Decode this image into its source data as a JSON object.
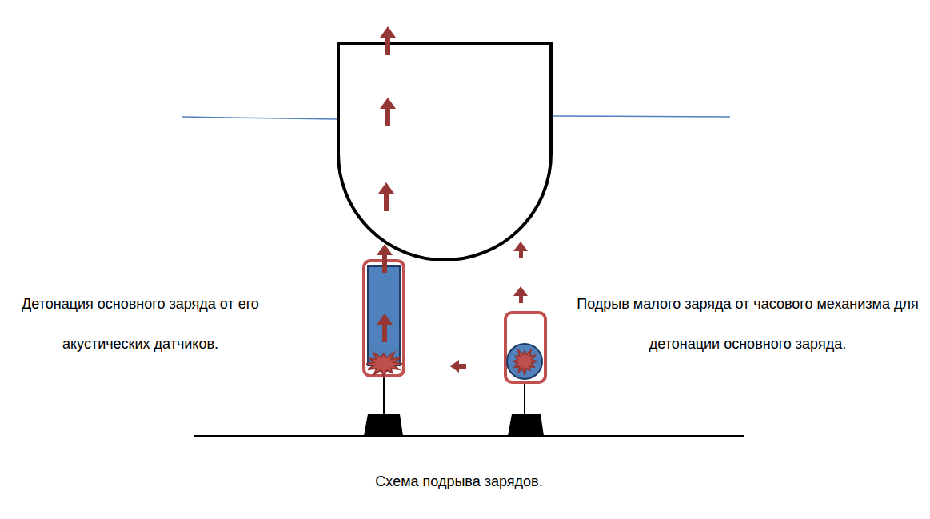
{
  "diagram": {
    "caption": "Схема подрыва зарядов.",
    "labels": [
      "Детонация основного заряда от его акустических датчиков.",
      "Подрыв малого заряда от часового механизма для детонации основного заряда."
    ]
  }
}
